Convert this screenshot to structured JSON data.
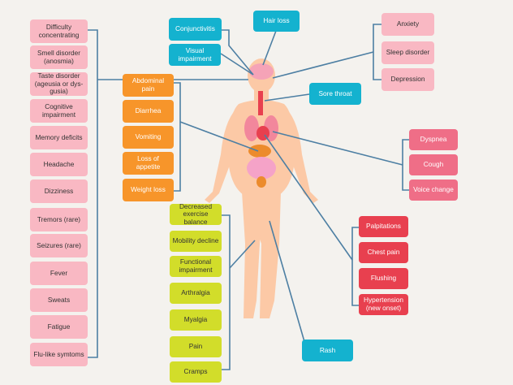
{
  "colors": {
    "pink": "#f9b8c3",
    "orange": "#f7952a",
    "lime": "#d2dd2a",
    "teal": "#14b2cf",
    "rose": "#ef6e87",
    "red": "#e8404f",
    "line": "#4d7fa3",
    "skin": "#fcc9a6"
  },
  "neuro": [
    {
      "label": "Difficulty concentrating"
    },
    {
      "label": "Smell disorder (anosmia)"
    },
    {
      "label": "Taste disorder (ageusia or dys-gusia)"
    },
    {
      "label": "Cognitive impairment"
    },
    {
      "label": "Memory deficits"
    },
    {
      "label": "Headache"
    },
    {
      "label": "Dizziness"
    },
    {
      "label": "Tremors (rare)"
    },
    {
      "label": "Seizures (rare)"
    },
    {
      "label": "Fever"
    },
    {
      "label": "Sweats"
    },
    {
      "label": "Fatigue"
    },
    {
      "label": "Flu-like symtoms"
    }
  ],
  "gastro": [
    {
      "label": "Abdominal pain"
    },
    {
      "label": "Diarrhea"
    },
    {
      "label": "Vomiting"
    },
    {
      "label": "Loss of appetite"
    },
    {
      "label": "Weight loss"
    }
  ],
  "musculo": [
    {
      "label": "Decreased exercise balance"
    },
    {
      "label": "Mobility decline"
    },
    {
      "label": "Functional impairment"
    },
    {
      "label": "Arthralgia"
    },
    {
      "label": "Myalgia"
    },
    {
      "label": "Pain"
    },
    {
      "label": "Cramps"
    }
  ],
  "head": [
    {
      "label": "Conjunctivitis"
    },
    {
      "label": "Visual impairment"
    },
    {
      "label": "Hair loss"
    },
    {
      "label": "Sore throat"
    },
    {
      "label": "Rash"
    }
  ],
  "mental": [
    {
      "label": "Anxiety"
    },
    {
      "label": "Sleep disorder"
    },
    {
      "label": "Depression"
    }
  ],
  "respiratory": [
    {
      "label": "Dyspnea"
    },
    {
      "label": "Cough"
    },
    {
      "label": "Voice change"
    }
  ],
  "cardio": [
    {
      "label": "Palpitations"
    },
    {
      "label": "Chest pain"
    },
    {
      "label": "Flushing"
    },
    {
      "label": "Hypertension (new onset)"
    }
  ]
}
